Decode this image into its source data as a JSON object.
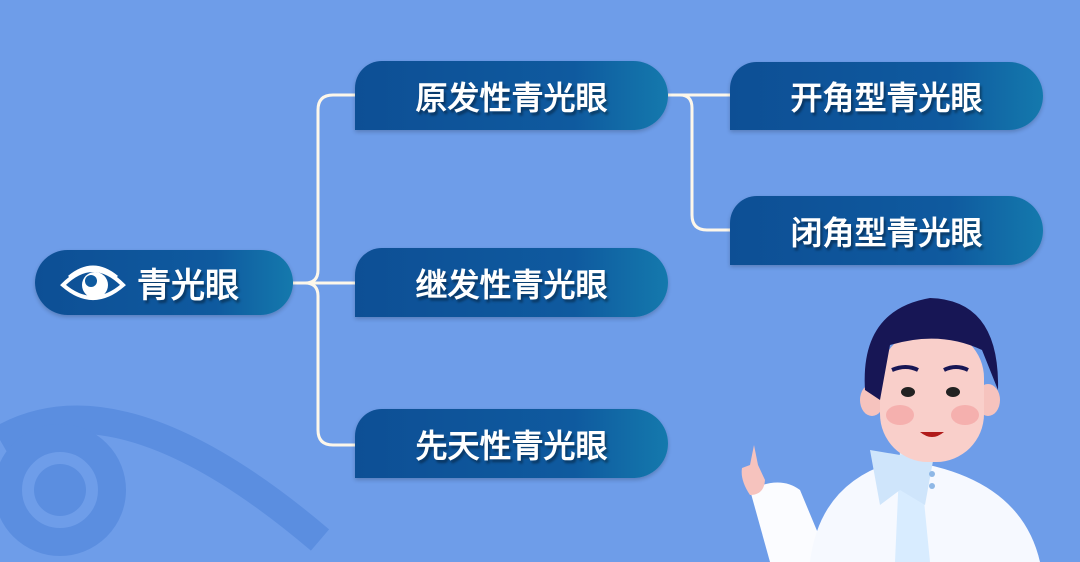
{
  "colors": {
    "background": "#6e9de9",
    "node": "#0f5a9f",
    "line": "#ffffff"
  },
  "root": {
    "label": "青光眼",
    "icon": "eye-icon"
  },
  "level1": [
    {
      "label": "原发性青光眼"
    },
    {
      "label": "继发性青光眼"
    },
    {
      "label": "先天性青光眼"
    }
  ],
  "level2": [
    {
      "label": "开角型青光眼"
    },
    {
      "label": "闭角型青光眼"
    }
  ]
}
